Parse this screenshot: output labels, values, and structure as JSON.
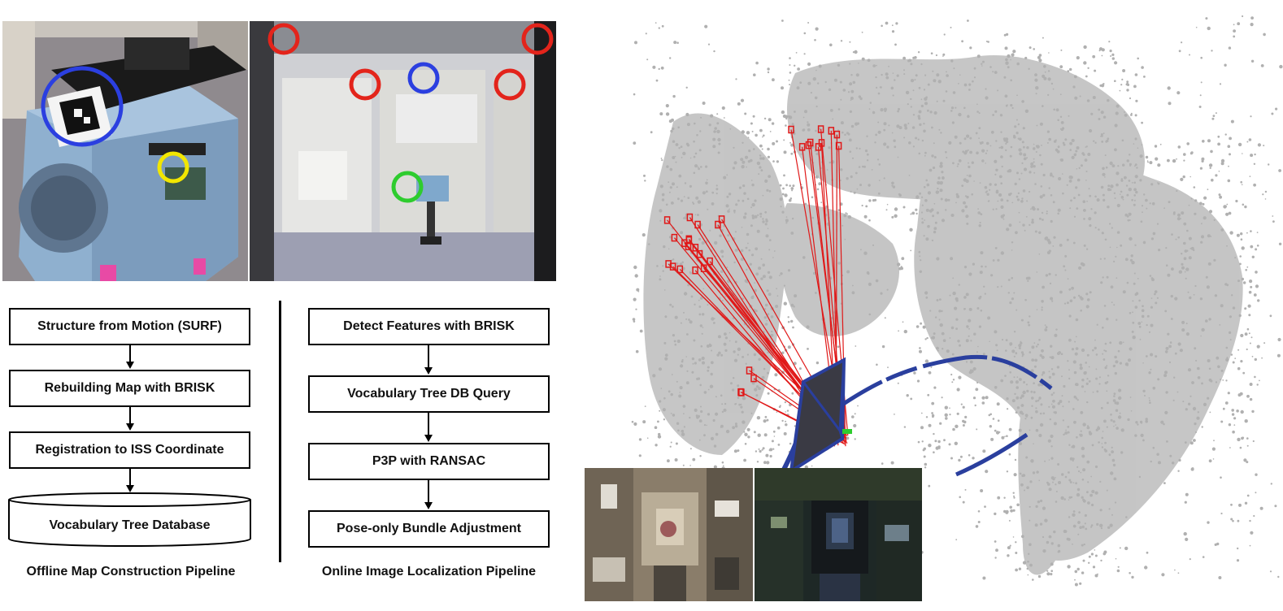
{
  "offline_pipeline": {
    "steps": [
      "Structure from Motion (SURF)",
      "Rebuilding Map with BRISK",
      "Registration to ISS Coordinate"
    ],
    "database": "Vocabulary Tree Database",
    "caption": "Offline Map Construction Pipeline"
  },
  "online_pipeline": {
    "steps": [
      "Detect Features with BRISK",
      "Vocabulary Tree DB Query",
      "P3P with RANSAC",
      "Pose-only Bundle Adjustment"
    ],
    "caption": "Online Image Localization Pipeline"
  },
  "colors": {
    "marker_blue": "#2b3fe0",
    "marker_yellow": "#f2e600",
    "marker_red": "#e3241b",
    "marker_green": "#2ecc2e",
    "point_cloud": "#b4b4b4",
    "trajectory": "#2a3f9e",
    "match_lines": "#e01818"
  },
  "icons": {
    "robot_photo": "astrobee-robot-photo",
    "lab_photo": "granite-lab-photo",
    "iss_photo_1": "iss-interior-photo",
    "iss_photo_2": "iss-interior-dark-photo"
  }
}
